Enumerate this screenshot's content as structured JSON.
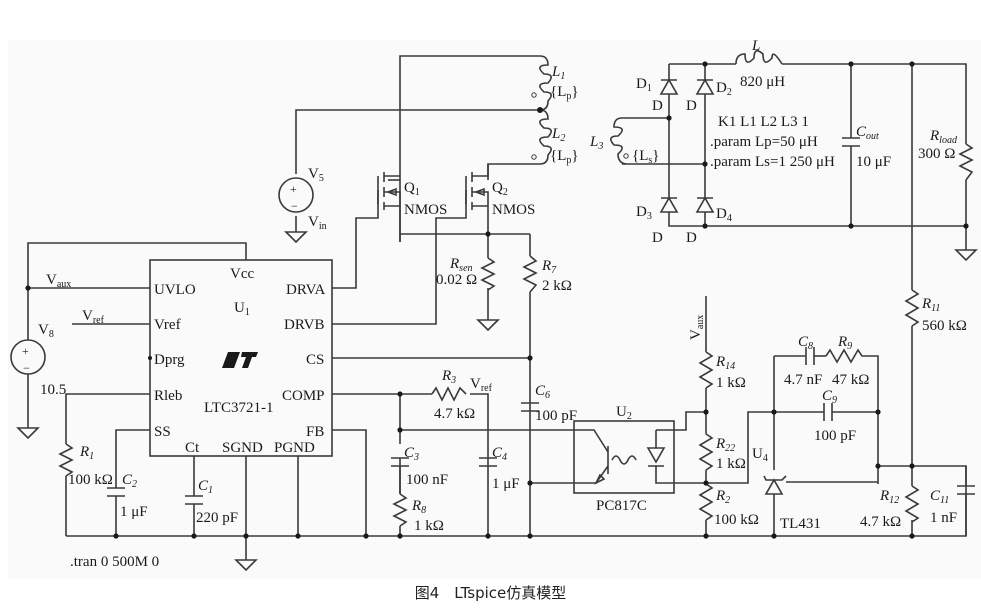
{
  "figure": {
    "caption": "图4　LTspice仿真模型",
    "directive_tran": ".tran 0 500M 0",
    "directive_k": "K1 L1 L2 L3 1",
    "directive_lp": ".param Lp=50 μH",
    "directive_ls": ".param Ls=1 250 μH"
  },
  "ic": {
    "ref": "U1",
    "part": "LTC3721-1",
    "logo": "LT-logo",
    "pins": {
      "vcc": "Vcc",
      "uvlo": "UVLO",
      "vref": "Vref",
      "dprg": "Dprg",
      "rleb": "Rleb",
      "ss": "SS",
      "ct": "Ct",
      "sgnd": "SGND",
      "pgnd": "PGND",
      "fb": "FB",
      "comp": "COMP",
      "cs": "CS",
      "drvb": "DRVB",
      "drva": "DRVA"
    }
  },
  "components": {
    "v5": {
      "ref": "V",
      "sub": "5",
      "value": "V",
      "value_sub": "in"
    },
    "v8": {
      "ref": "V",
      "sub": "8",
      "value": "10.5"
    },
    "q1": {
      "ref": "Q",
      "sub": "1",
      "value": "NMOS"
    },
    "q2": {
      "ref": "Q",
      "sub": "2",
      "value": "NMOS"
    },
    "l1": {
      "ref": "L",
      "sub": "1",
      "value": "{L",
      "value_sub": "p",
      "value_end": "}"
    },
    "l2": {
      "ref": "L",
      "sub": "2",
      "value": "{L",
      "value_sub": "p",
      "value_end": "}"
    },
    "l3": {
      "ref": "L",
      "sub": "3",
      "value": "{L",
      "value_sub": "s",
      "value_end": "}"
    },
    "l": {
      "ref": "L",
      "value": "820 μH"
    },
    "d1": {
      "ref": "D",
      "sub": "1",
      "value": "D"
    },
    "d2": {
      "ref": "D",
      "sub": "2",
      "value": "D"
    },
    "d3": {
      "ref": "D",
      "sub": "3",
      "value": "D"
    },
    "d4": {
      "ref": "D",
      "sub": "4",
      "value": "D"
    },
    "cout": {
      "ref": "C",
      "sub": "out",
      "value": "10 μF"
    },
    "rload": {
      "ref": "R",
      "sub": "load",
      "value": "300 Ω"
    },
    "rsen": {
      "ref": "R",
      "sub": "sen",
      "value": "0.02 Ω"
    },
    "r7": {
      "ref": "R",
      "sub": "7",
      "value": "2 kΩ"
    },
    "r1": {
      "ref": "R",
      "sub": "1",
      "value": "100 kΩ"
    },
    "c2": {
      "ref": "C",
      "sub": "2",
      "value": "1 μF"
    },
    "c1": {
      "ref": "C",
      "sub": "1",
      "value": "220 pF"
    },
    "r3": {
      "ref": "R",
      "sub": "3",
      "value": "4.7 kΩ"
    },
    "c3": {
      "ref": "C",
      "sub": "3",
      "value": "100 nF"
    },
    "r8": {
      "ref": "R",
      "sub": "8",
      "value": "1 kΩ"
    },
    "c4": {
      "ref": "C",
      "sub": "4",
      "value": "1 μF"
    },
    "c6": {
      "ref": "C",
      "sub": "6",
      "value": "100 pF"
    },
    "u2": {
      "ref": "U",
      "sub": "2",
      "value": "PC817C"
    },
    "r14": {
      "ref": "R",
      "sub": "14",
      "value": "1 kΩ"
    },
    "r22": {
      "ref": "R",
      "sub": "22",
      "value": "1 kΩ"
    },
    "r2": {
      "ref": "R",
      "sub": "2",
      "value": "100 kΩ"
    },
    "u4": {
      "ref": "U",
      "sub": "4",
      "value": "TL431"
    },
    "c8": {
      "ref": "C",
      "sub": "8",
      "value": "4.7 nF"
    },
    "r9": {
      "ref": "R",
      "sub": "9",
      "value": "47 kΩ"
    },
    "c9": {
      "ref": "C",
      "sub": "9",
      "value": "100 pF"
    },
    "r11": {
      "ref": "R",
      "sub": "11",
      "value": "560 kΩ"
    },
    "r12": {
      "ref": "R",
      "sub": "12",
      "value": "4.7 kΩ"
    },
    "c11": {
      "ref": "C",
      "sub": "11",
      "value": "1 nF"
    }
  },
  "nets": {
    "vaux": {
      "base": "V",
      "sub": "aux"
    },
    "vref": {
      "base": "V",
      "sub": "ref"
    }
  }
}
